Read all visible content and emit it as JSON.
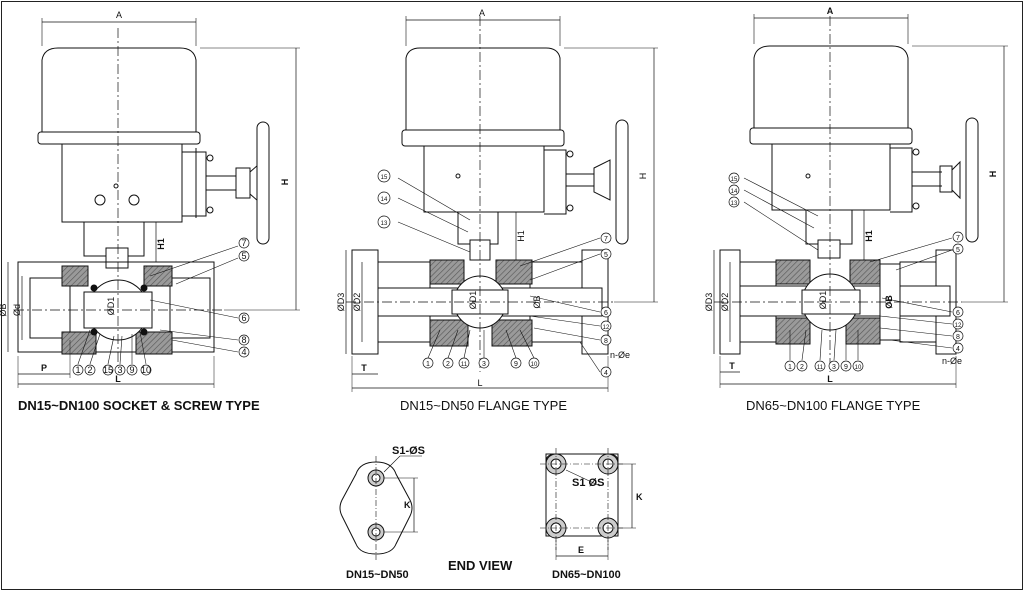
{
  "captions": {
    "view1": "DN15~DN100 SOCKET & SCREW TYPE",
    "view2": "DN15~DN50 FLANGE TYPE",
    "view3": "DN65~DN100 FLANGE TYPE",
    "end_view": "END VIEW",
    "end_small": "DN15~DN50",
    "end_large": "DN65~DN100"
  },
  "dims": {
    "A": "A",
    "H": "H",
    "H1": "H1",
    "L": "L",
    "P": "P",
    "T": "T",
    "K": "K",
    "E": "E",
    "OB": "ØB",
    "Od": "Ød",
    "OD1": "ØD1",
    "OD2": "ØD2",
    "OD3": "ØD3",
    "S1OS": "S1-ØS",
    "S1OS2": "S1 ØS",
    "nOe": "n-Øe"
  },
  "parts": {
    "p1": "1",
    "p2": "2",
    "p3": "3",
    "p4": "4",
    "p5": "5",
    "p6": "6",
    "p7": "7",
    "p8": "8",
    "p9": "9",
    "p10": "10",
    "p11": "11",
    "p12": "12",
    "p13": "13",
    "p14": "14",
    "p15": "15"
  }
}
